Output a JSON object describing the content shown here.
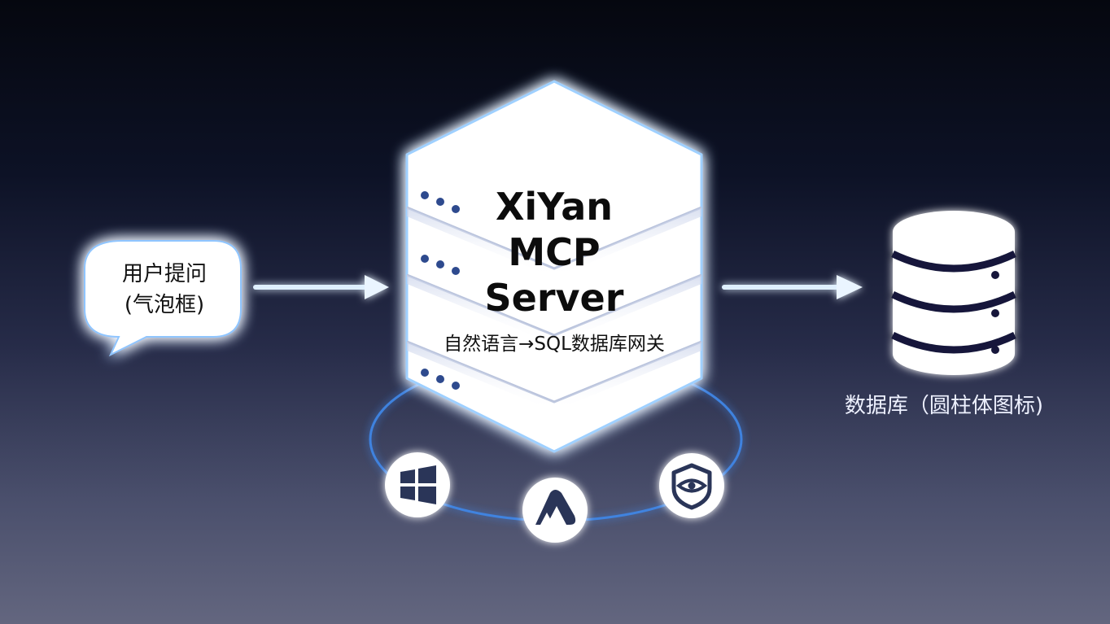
{
  "bubble": {
    "line1": "用户提问",
    "line2": "(气泡框)"
  },
  "server": {
    "title_line1": "XiYan",
    "title_line2": "MCP",
    "title_line3": "Server",
    "subtitle": "自然语言→SQL数据库网关"
  },
  "database": {
    "label": "数据库（圆柱体图标)"
  },
  "platform_icons": [
    "windows-icon",
    "mountain-logo-icon",
    "shield-eye-icon"
  ],
  "colors": {
    "glow": "#4aa3ff",
    "ring": "#3d7fe0",
    "panel": "#ffffff",
    "db_stripe": "#14193a"
  }
}
